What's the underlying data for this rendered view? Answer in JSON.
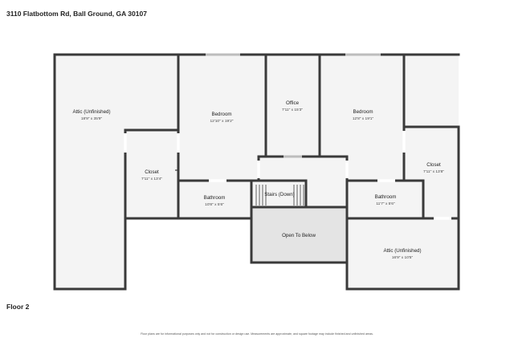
{
  "header": {
    "address": "3110 Flatbottom Rd, Ball Ground, GA 30107"
  },
  "floor_label": "Floor 2",
  "disclaimer": "Floor plans are for informational purposes only and not for construction or design use. Measurements are approximate, and square footage may include finished and unfinished areas.",
  "rooms": [
    {
      "name": "Attic (Unfinished)",
      "dims": "18'9\" x 35'9\""
    },
    {
      "name": "Bedroom",
      "dims": "12'10\" x 19'2\""
    },
    {
      "name": "Office",
      "dims": "7'11\" x 15'3\""
    },
    {
      "name": "Bedroom",
      "dims": "12'8\" x 19'1\""
    },
    {
      "name": "Closet",
      "dims": "7'11\" x 13'4\""
    },
    {
      "name": "Closet",
      "dims": "7'11\" x 13'8\""
    },
    {
      "name": "Bathroom",
      "dims": "10'8\" x 5'6\""
    },
    {
      "name": "Stairs (Down)",
      "dims": ""
    },
    {
      "name": "Bathroom",
      "dims": "11'7\" x 5'6\""
    },
    {
      "name": "Open To Below",
      "dims": ""
    },
    {
      "name": "Attic (Unfinished)",
      "dims": "16'9\" x 10'5\""
    }
  ],
  "colors": {
    "wall": "#3a3a3a",
    "floor": "#f4f4f4",
    "open_to_below": "#e4e4e4"
  }
}
